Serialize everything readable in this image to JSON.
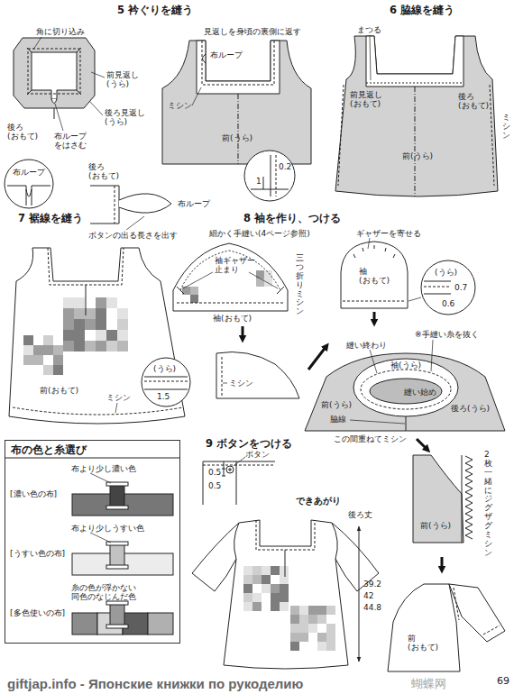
{
  "diagram": {
    "nodes": [
      {
        "text": [
          "布の色と糸選び",
          "[濃い色の布]",
          "布より少し濃い色",
          "[うすい色の布]",
          "布より少しうすい色",
          "[多色使いの布]",
          "糸の色が浮かない 同色のなじんだ色"
        ]
      },
      {
        "text": [
          "布ループ"
        ]
      },
      {
        "text": [
          "0.2",
          "1"
        ]
      },
      {
        "text": [
          "(うら)",
          "1.5"
        ]
      },
      {
        "text": [
          "(うら)",
          "0.7",
          "0.6"
        ]
      }
    ],
    "labels": [
      "5 衿ぐりを縫う",
      "角に切り込み",
      "前見返し (うら)",
      "後ろ見返し (うら)",
      "後ろ (おもて)",
      "布ループ をはさむ",
      "後ろ (おもて)",
      "布ループ",
      "ボタンの出る長さを出す",
      "見返しを身頃の裏側に返す",
      "布ループ",
      "ミシン",
      "前(うら)",
      "6 脇線を縫う",
      "まつる",
      "前見返し (おもて)",
      "後ろ (おもて)",
      "前(うら)",
      "ミシン",
      "7 裾線を縫う",
      "前(おもて)",
      "ミシン",
      "8 袖を作り、つける",
      "細かく手縫い(4ページ参照)",
      "袖ギャザー 止まり",
      "袖(おもて)",
      "三つ折りミシン",
      "ミシン",
      "ギャザーを寄せる",
      "袖 (おもて)",
      "※手縫い糸を抜く",
      "縫い終わり",
      "袖(うら)",
      "縫い始め",
      "前(うら)",
      "後ろ(うら)",
      "脇線",
      "この間重ねてミシン",
      "2枚一緒にジグザグミシン",
      "前(うら)",
      "前 (おもて)",
      "9 ボタンをつける",
      "ボタン",
      "0.5",
      "0.5",
      "できあがり",
      "後ろ丈",
      "39.2",
      "42",
      "44.8",
      "69",
      "giftjap.info - Японские книжки по рукоделию",
      "蝴蝶网"
    ]
  }
}
